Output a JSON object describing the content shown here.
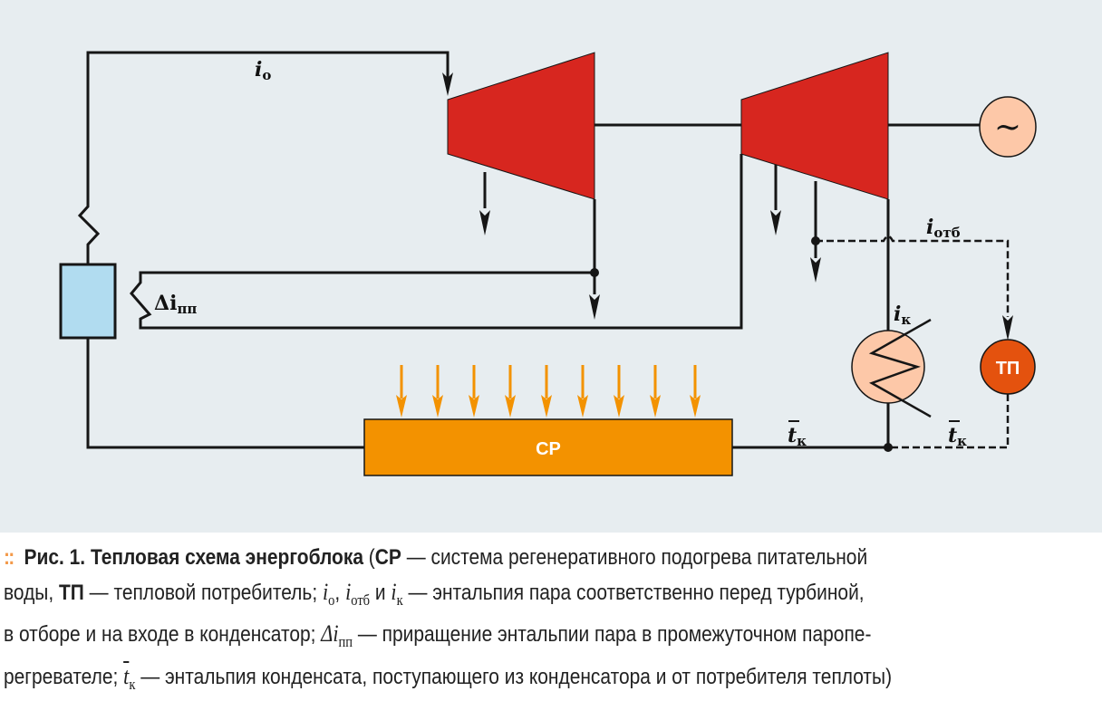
{
  "diagram": {
    "labels": {
      "i_o": "i",
      "i_o_sub": "о",
      "i_otb": "i",
      "i_otb_sub": "отб",
      "i_k": "i",
      "i_k_sub": "к",
      "delta_i_pp": "Δi",
      "delta_i_pp_sub": "пп",
      "t_k": "t",
      "t_k_sub": "к",
      "cp": "СР",
      "tp": "ТП",
      "generator": "~"
    },
    "colors": {
      "background": "#e7edf0",
      "turbine": "#d7261f",
      "generator": "#fdc8a8",
      "condenser": "#fdc8a8",
      "tp": "#e4520e",
      "cp": "#f39200",
      "boiler": "#b1dcf0",
      "line": "#161616"
    }
  },
  "caption": {
    "marker": "::",
    "fig": "Рис. 1.",
    "title": " Тепловая схема энергоблока",
    "p1": " (",
    "cp": "СР",
    "p2": " — система регенеративного подогрева питательной",
    "p3": "воды, ",
    "tp": "ТП",
    "p4": " — тепловой потребитель; ",
    "i": "i",
    "sub_o": "о",
    "comma": ", ",
    "sub_otb": "отб",
    "and": " и ",
    "sub_k": "к",
    "p5": " — энтальпия пара соответственно перед турбиной,",
    "p6": "в отборе и на входе в конденсатор; ",
    "delta_i": "Δi",
    "sub_pp": "пп",
    "p7": " — приращение энтальпии пара в промежуточном паропе-",
    "p8": "регревателе; ",
    "t": "t",
    "p9": " — энтальпия конденсата, поступающего из конденсатора и от потребителя теплоты)"
  }
}
